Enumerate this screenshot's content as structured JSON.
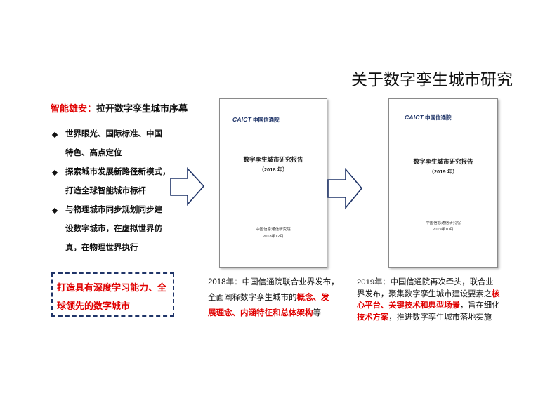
{
  "slide": {
    "title": "关于数字孪生城市研究"
  },
  "colors": {
    "accent_red": "#e00000",
    "navy": "#1f3468",
    "text": "#111111",
    "cover_border": "#8a8a8a"
  },
  "icons": {
    "bullet": "diamond-bullet-icon",
    "flow_arrow": "right-arrow-icon"
  },
  "left_panel": {
    "heading": {
      "highlight": "智能雄安：",
      "text": "拉开数字孪生城市序幕"
    },
    "bullets": [
      {
        "lines": [
          "世界眼光、国际标准、中国",
          "特色、高点定位"
        ]
      },
      {
        "lines": [
          "探索城市发展新路径新模式，",
          "打造全球智能城市标杆"
        ]
      },
      {
        "lines": [
          "与物理城市同步规划同步建",
          "设数字城市，在虚拟世界仿",
          "真，在物理世界执行"
        ]
      }
    ],
    "callout": {
      "lines": [
        "打造具有深度学习能力、全",
        "球领先的数字城市"
      ]
    }
  },
  "reports": [
    {
      "logo": {
        "brand": "CAICT",
        "name": "中国信通院"
      },
      "title": "数字孪生城市研究报告",
      "year": "（2018 年）",
      "publisher": "中国信息通信研究院",
      "date": "2018年12月",
      "caption": {
        "lines": [
          [
            {
              "text": "2018年：中国信通院联合业界发布，",
              "emphasis": false
            }
          ],
          [
            {
              "text": "全面阐释数字孪生城市的",
              "emphasis": false
            },
            {
              "text": "概念、发",
              "emphasis": true
            }
          ],
          [
            {
              "text": "展理念、内涵特征和总体架构",
              "emphasis": true
            },
            {
              "text": "等",
              "emphasis": false
            }
          ]
        ]
      }
    },
    {
      "logo": {
        "brand": "CAICT",
        "name": "中国信通院"
      },
      "title": "数字孪生城市研究报告",
      "year": "（2019 年）",
      "publisher": "中国信息通信研究院",
      "date": "2019年10月",
      "caption": {
        "lines": [
          [
            {
              "text": "2019年：中国信通院再次牵头，联合业",
              "emphasis": false
            }
          ],
          [
            {
              "text": "界发布，聚集数字孪生城市建设要素之",
              "emphasis": false
            },
            {
              "text": "核",
              "emphasis": true
            }
          ],
          [
            {
              "text": "心平台、关键技术和典型场景",
              "emphasis": true
            },
            {
              "text": "，旨在细化",
              "emphasis": false
            }
          ],
          [
            {
              "text": "技术方案",
              "emphasis": true
            },
            {
              "text": "，推进数字孪生城市落地实施",
              "emphasis": false
            }
          ]
        ]
      }
    }
  ]
}
